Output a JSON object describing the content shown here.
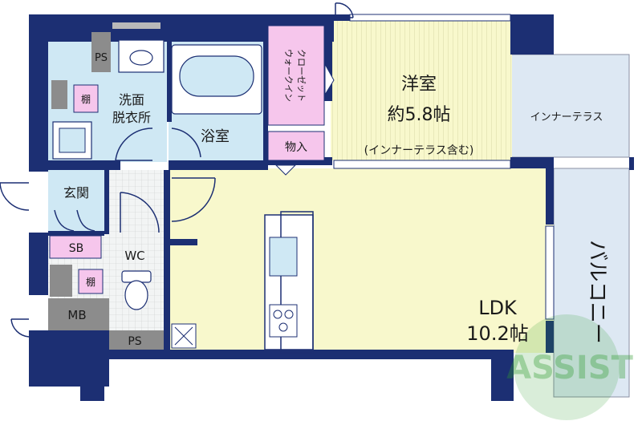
{
  "rooms": {
    "youshitsu_name": "洋室",
    "youshitsu_size": "約5.8帖",
    "youshitsu_note": "(インナーテラス含む)",
    "inner_terrace": "インナーテラス",
    "walkin_closet_line1": "ウォークイン",
    "walkin_closet_line2": "クローゼット",
    "monoire": "物入",
    "bath": "浴室",
    "washroom_line1": "洗面",
    "washroom_line2": "脱衣所",
    "ps_top": "PS",
    "shelf_top": "棚",
    "entrance": "玄関",
    "shoe_box": "SB",
    "wc": "WC",
    "shelf_bottom": "棚",
    "mb": "MB",
    "ps_bottom": "PS",
    "ldk_name": "LDK",
    "ldk_size": "10.2帖",
    "balcony": "バルコニー"
  },
  "watermark": {
    "text": "ASSIST"
  },
  "colors": {
    "wall": "#1c2f73",
    "ldk_floor": "#f8f8cc",
    "wet_floor": "#cfe8f4",
    "pink": "#f6c6ec",
    "balcony": "#dde8f3",
    "watermark": "#2f9a2f"
  }
}
